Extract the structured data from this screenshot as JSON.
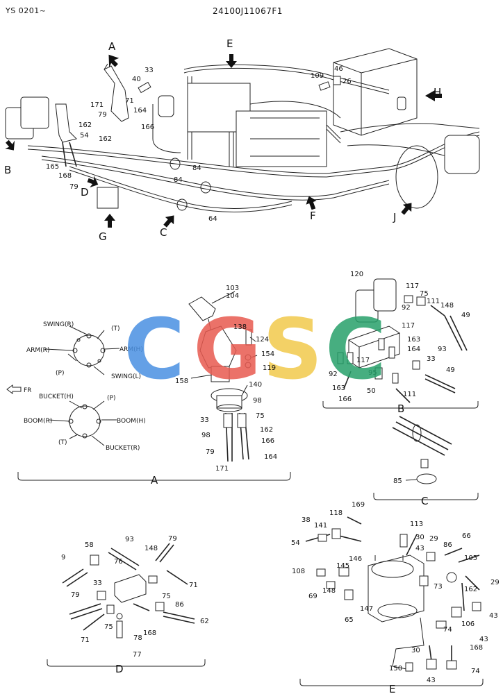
{
  "header": {
    "left": "YS 0201~",
    "code": "24100J11067F1"
  },
  "watermark": {
    "letters": [
      "C",
      "G",
      "S",
      "C"
    ],
    "colors": [
      "#4a90e2",
      "#e85a50",
      "#f2c94c",
      "#27a06a"
    ],
    "inner": "138",
    "inner2": "119"
  },
  "arrows": [
    "A",
    "B",
    "C",
    "D",
    "E",
    "F",
    "G",
    "H",
    "J"
  ],
  "overview_nums": [
    "33",
    "40",
    "109",
    "46",
    "26",
    "171",
    "71",
    "79",
    "164",
    "166",
    "162",
    "54",
    "162",
    "165",
    "168",
    "79",
    "84",
    "84",
    "64"
  ],
  "detailA": {
    "label": "A",
    "upper": [
      "SWING(R)",
      "(T)",
      "ARM(R)",
      "ARM(H)",
      "(P)",
      "SWING(L)"
    ],
    "fr": "FR",
    "lower": [
      "BUCKET(H)",
      "(P)",
      "BOOM(R)",
      "BOOM(H)",
      "(T)",
      "BUCKET(R)"
    ],
    "nums": [
      "103",
      "104",
      "124",
      "154",
      "158",
      "140",
      "98",
      "33",
      "75",
      "98",
      "162",
      "166",
      "79",
      "164",
      "171"
    ]
  },
  "detailB": {
    "label": "B",
    "nums": [
      "120",
      "117",
      "75",
      "111",
      "148",
      "49",
      "92",
      "117",
      "163",
      "164",
      "93",
      "92",
      "117",
      "95",
      "33",
      "49",
      "163",
      "166",
      "50",
      "111"
    ]
  },
  "detailC": {
    "label": "C",
    "nums": [
      "85"
    ]
  },
  "detailD": {
    "label": "D",
    "nums": [
      "58",
      "93",
      "79",
      "9",
      "148",
      "76",
      "33",
      "71",
      "75",
      "79",
      "86",
      "75",
      "168",
      "78",
      "62",
      "71",
      "77"
    ]
  },
  "detailE": {
    "label": "E",
    "nums": [
      "169",
      "38",
      "141",
      "118",
      "113",
      "54",
      "30",
      "29",
      "86",
      "66",
      "43",
      "146",
      "105",
      "108",
      "145",
      "69",
      "148",
      "73",
      "162",
      "29",
      "65",
      "147",
      "106",
      "43",
      "74",
      "43",
      "168",
      "30",
      "150",
      "43",
      "74"
    ]
  }
}
